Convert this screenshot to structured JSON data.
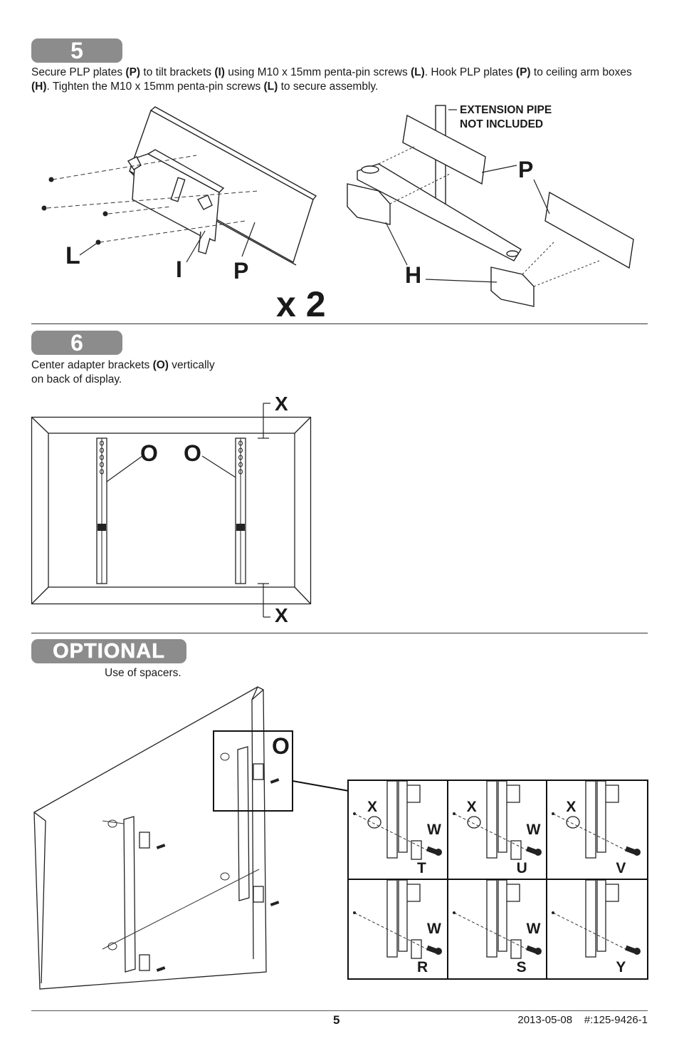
{
  "step5": {
    "number": "5",
    "text": [
      {
        "t": "Secure PLP plates "
      },
      {
        "t": "(P)",
        "b": true
      },
      {
        "t": " to tilt brackets "
      },
      {
        "t": "(I)",
        "b": true
      },
      {
        "t": " using M10 x 15mm penta-pin screws "
      },
      {
        "t": "(L)",
        "b": true
      },
      {
        "t": ". Hook PLP plates "
      },
      {
        "t": "(P)",
        "b": true
      },
      {
        "t": " to ceiling arm boxes "
      },
      {
        "t": "(H)",
        "b": true
      },
      {
        "t": ". Tighten the M10 x 15mm penta-pin screws "
      },
      {
        "t": "(L)",
        "b": true
      },
      {
        "t": " to secure assembly."
      }
    ],
    "label_L": "L",
    "label_I": "I",
    "label_P_left": "P",
    "label_P_right": "P",
    "label_H": "H",
    "extension_line1": "EXTENSION PIPE",
    "extension_line2": "NOT INCLUDED",
    "multiplier": "x 2"
  },
  "step6": {
    "number": "6",
    "text": [
      {
        "t": "Center adapter brackets "
      },
      {
        "t": "(O)",
        "b": true
      },
      {
        "t": " vertically"
      },
      {
        "br": true
      },
      {
        "t": "on back of display."
      }
    ],
    "label_O_left": "O",
    "label_O_right": "O",
    "label_X_top": "X",
    "label_X_bottom": "X"
  },
  "optional": {
    "badge": "OPTIONAL",
    "text": "Use of spacers.",
    "label_O": "O",
    "detail_cells": [
      {
        "x": "X",
        "w": "W",
        "screw": "T"
      },
      {
        "x": "X",
        "w": "W",
        "screw": "U"
      },
      {
        "x": "X",
        "w": "",
        "screw": "V"
      },
      {
        "x": "",
        "w": "W",
        "screw": "R"
      },
      {
        "x": "",
        "w": "W",
        "screw": "S"
      },
      {
        "x": "",
        "w": "",
        "screw": "Y"
      }
    ]
  },
  "footer": {
    "page_number": "5",
    "date_ref": "2013-05-08    #:125-9426-1"
  }
}
